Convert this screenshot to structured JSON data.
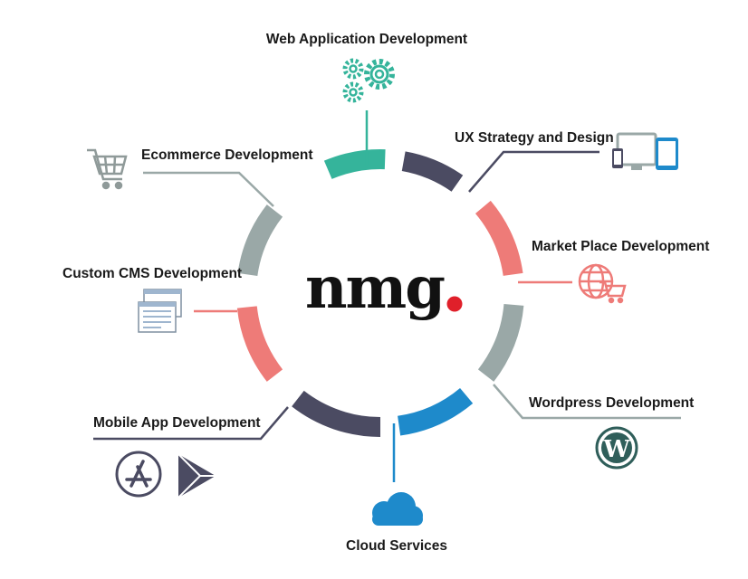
{
  "logo": {
    "text": "nmg",
    "dot_color": "#e0202a"
  },
  "services": [
    {
      "key": "web",
      "label": "Web Application Development",
      "color": "#35b49b",
      "icon": "gears-icon"
    },
    {
      "key": "ux",
      "label": "UX Strategy and Design",
      "color": "#4b4b62",
      "icon": "devices-icon"
    },
    {
      "key": "market",
      "label": "Market Place Development",
      "color": "#ee7b78",
      "icon": "globe-cart-icon"
    },
    {
      "key": "wordpress",
      "label": "Wordpress Development",
      "color": "#9aa8a7",
      "icon": "wordpress-icon"
    },
    {
      "key": "cloud",
      "label": "Cloud Services",
      "color": "#1e8acb",
      "icon": "cloud-icon"
    },
    {
      "key": "mobile",
      "label": "Mobile App Development",
      "color": "#4b4b62",
      "icon": "app-store-icon"
    },
    {
      "key": "cms",
      "label": "Custom CMS Development",
      "color": "#ee7b78",
      "icon": "cms-windows-icon"
    },
    {
      "key": "ecommerce",
      "label": "Ecommerce Development",
      "color": "#9aa8a7",
      "icon": "shopping-cart-icon"
    }
  ],
  "extra_icons": {
    "mobile_second": "play-store-icon"
  }
}
